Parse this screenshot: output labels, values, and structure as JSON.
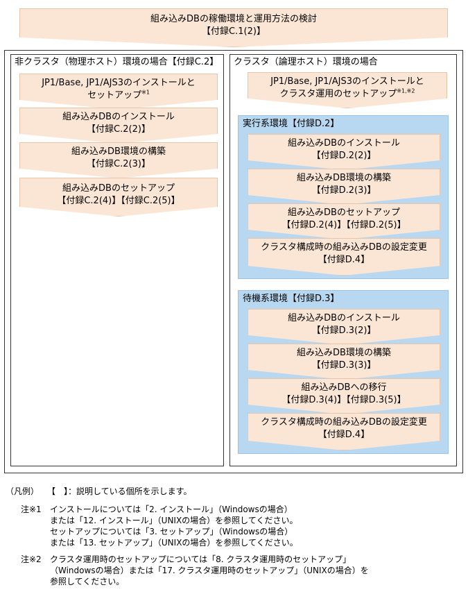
{
  "top_step": {
    "line1": "組み込みDBの稼働環境と運用方法の検討",
    "line2": "【付録C.1(2)】"
  },
  "left": {
    "title": "非クラスタ（物理ホスト）環境の場合【付録C.2】",
    "steps": [
      {
        "line1": "JP1/Base, JP1/AJS3のインストールと",
        "line2": "セットアップ",
        "sup": "※1"
      },
      {
        "line1": "組み込みDBのインストール",
        "line2": "【付録C.2(2)】"
      },
      {
        "line1": "組み込みDB環境の構築",
        "line2": "【付録C.2(3)】"
      },
      {
        "line1": "組み込みDBのセットアップ",
        "line2": "【付録C.2(4)】【付録C.2(5)】"
      }
    ]
  },
  "right": {
    "title": "クラスタ（論理ホスト）環境の場合",
    "first_step": {
      "line1": "JP1/Base, JP1/AJS3のインストールと",
      "line2": "クラスタ運用のセットアップ",
      "sup": "※1,※2"
    },
    "active": {
      "title": "実行系環境【付録D.2】",
      "steps": [
        {
          "line1": "組み込みDBのインストール",
          "line2": "【付録D.2(2)】"
        },
        {
          "line1": "組み込みDB環境の構築",
          "line2": "【付録D.2(3)】"
        },
        {
          "line1": "組み込みDBのセットアップ",
          "line2": "【付録D.2(4)】【付録D.2(5)】"
        },
        {
          "line1": "クラスタ構成時の組み込みDBの設定変更",
          "line2": "【付録D.4】"
        }
      ]
    },
    "standby": {
      "title": "待機系環境【付録D.3】",
      "steps": [
        {
          "line1": "組み込みDBのインストール",
          "line2": "【付録D.3(2)】"
        },
        {
          "line1": "組み込みDB環境の構築",
          "line2": "【付録D.3(3)】"
        },
        {
          "line1": "組み込みDBへの移行",
          "line2": "【付録D.3(4)】【付録D.3(5)】"
        },
        {
          "line1": "クラスタ構成時の組み込みDBの設定変更",
          "line2": "【付録D.4】"
        }
      ]
    }
  },
  "legend": {
    "label": "（凡例）",
    "text": "【　】：説明している個所を示します。"
  },
  "notes": [
    {
      "label": "注※1",
      "lines": [
        "インストールについては「2. インストール」（Windowsの場合）",
        "または「12. インストール」（UNIXの場合）を参照してください。",
        "セットアップについては「3. セットアップ」（Windowsの場合）",
        "または「13. セットアップ」（UNIXの場合）を参照してください。"
      ]
    },
    {
      "label": "注※2",
      "lines": [
        "クラスタ運用時のセットアップについては「8. クラスタ運用時のセットアップ」",
        "（Windowsの場合）または「17. クラスタ運用時のセットアップ」（UNIXの場合）を",
        "参照してください。"
      ]
    }
  ]
}
